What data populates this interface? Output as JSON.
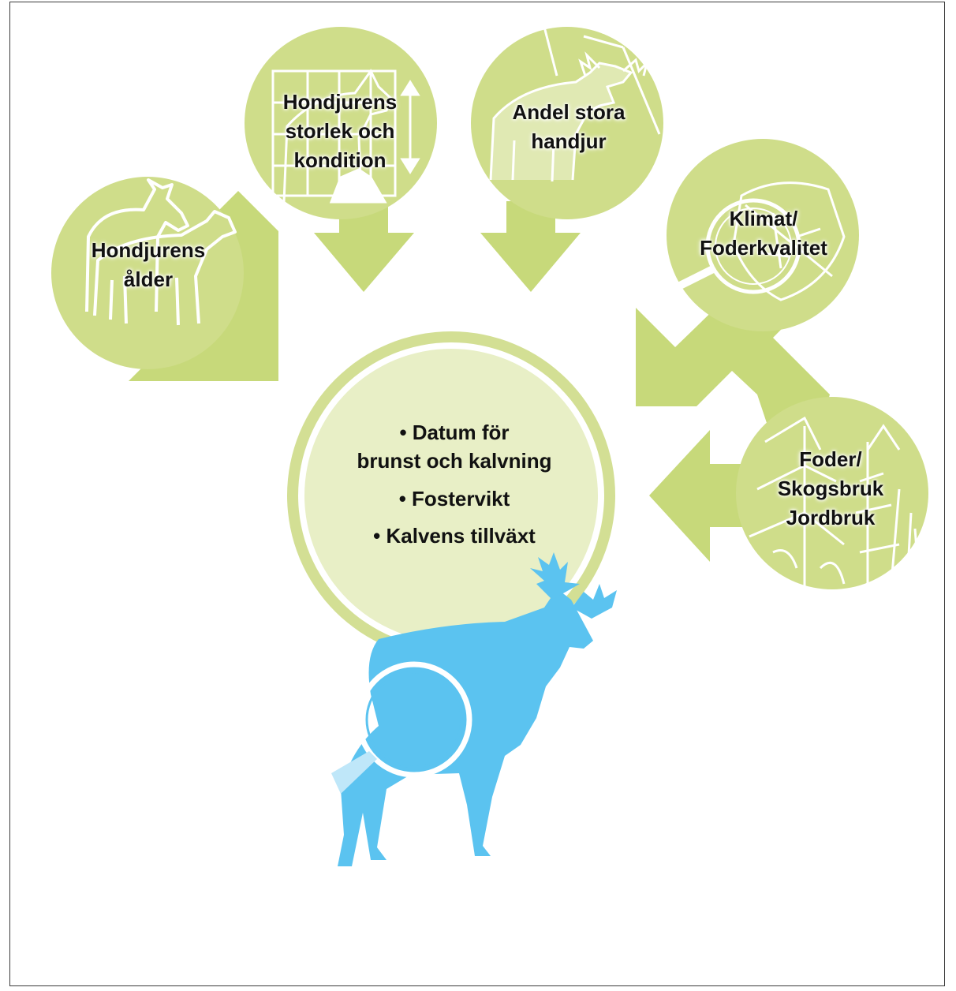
{
  "colors": {
    "factor_green": "#cfdd8a",
    "arrow_green": "#c7d97a",
    "center_fill": "#e8efc6",
    "moose_blue": "#5bc3f0"
  },
  "factors": [
    {
      "id": "age",
      "label": "Hondjurens ålder",
      "lines": [
        "Hondjurens",
        "ålder"
      ],
      "icon": "moose-cow-calf-icon"
    },
    {
      "id": "size",
      "label": "Hondjurens storlek och kondition",
      "lines": [
        "Hondjurens",
        "storlek och",
        "kondition"
      ],
      "icon": "moose-measure-icon"
    },
    {
      "id": "bulls",
      "label": "Andel stora handjur",
      "lines": [
        "Andel stora",
        "handjur"
      ],
      "icon": "bull-moose-icon"
    },
    {
      "id": "climate",
      "label": "Klimat/ Foderkvalitet",
      "lines": [
        "Klimat/",
        "Foderkvalitet"
      ],
      "icon": "leaf-magnifier-icon"
    },
    {
      "id": "forage",
      "label": "Foder/ Skogsbruk Jordbruk",
      "lines": [
        "Foder/",
        "Skogsbruk",
        "Jordbruk"
      ],
      "icon": "trees-icon"
    }
  ],
  "outcome": {
    "lines": [
      "• Datum för",
      "brunst och kalvning",
      "• Fostervikt",
      "• Kalvens tillväxt"
    ]
  },
  "result_icon": "moose-magnifier-icon"
}
